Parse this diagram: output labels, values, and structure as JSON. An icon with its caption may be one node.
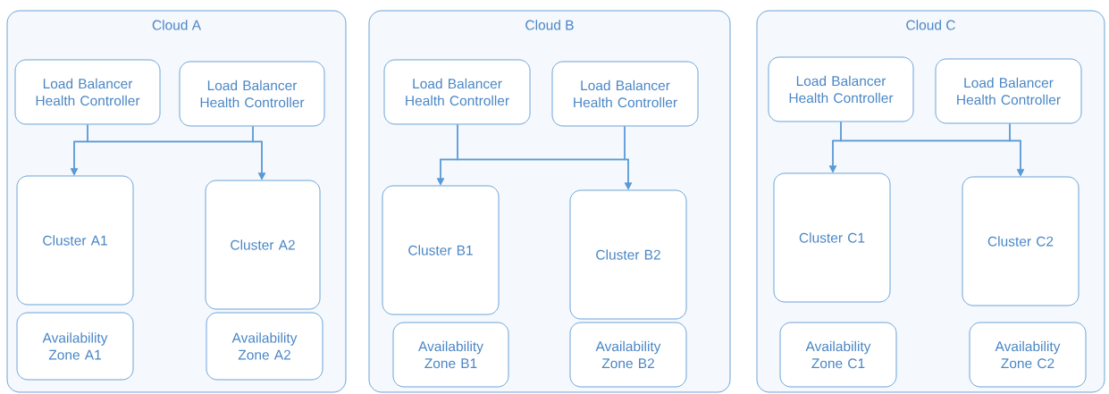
{
  "diagram": {
    "nodes": [
      {
        "text": [
          "Cloud A"
        ]
      },
      {
        "text": [
          "Load Balancer Health Controller"
        ],
        "in": 0
      },
      {
        "text": [
          "Load Balancer Health Controller"
        ],
        "in": 0
      },
      {
        "text": [
          "Cluster A1"
        ],
        "in": 0
      },
      {
        "text": [
          "Cluster A2"
        ],
        "in": 0
      },
      {
        "text": [
          "Availability Zone A1"
        ],
        "in": 0
      },
      {
        "text": [
          "Availability Zone A2"
        ],
        "in": 0
      },
      {
        "text": [
          "Cloud B"
        ]
      },
      {
        "text": [
          "Load Balancer Health Controller"
        ],
        "in": 7
      },
      {
        "text": [
          "Load Balancer Health Controller"
        ],
        "in": 7
      },
      {
        "text": [
          "Cluster B1"
        ],
        "in": 7
      },
      {
        "text": [
          "Cluster B2"
        ],
        "in": 7
      },
      {
        "text": [
          "Availability Zone B1"
        ],
        "in": 7
      },
      {
        "text": [
          "Availability Zone B2"
        ],
        "in": 7
      },
      {
        "text": [
          "Cloud C"
        ]
      },
      {
        "text": [
          "Load Balancer Health Controller"
        ],
        "in": 14
      },
      {
        "text": [
          "Load Balancer Health Controller"
        ],
        "in": 14
      },
      {
        "text": [
          "Cluster C1"
        ],
        "in": 14
      },
      {
        "text": [
          "Cluster C2"
        ],
        "in": 14
      },
      {
        "text": [
          "Availability Zone C1"
        ],
        "in": 14
      },
      {
        "text": [
          "Availability Zone C2"
        ],
        "in": 14
      }
    ],
    "edges": [
      {
        "from": 1,
        "to": 3,
        "arrow": "to"
      },
      {
        "from": 1,
        "to": 4,
        "arrow": "to"
      },
      {
        "from": 2,
        "to": 3,
        "arrow": "to"
      },
      {
        "from": 2,
        "to": 4,
        "arrow": "to"
      },
      {
        "from": 8,
        "to": 10,
        "arrow": "to"
      },
      {
        "from": 8,
        "to": 11,
        "arrow": "to"
      },
      {
        "from": 9,
        "to": 10,
        "arrow": "to"
      },
      {
        "from": 9,
        "to": 11,
        "arrow": "to"
      },
      {
        "from": 15,
        "to": 17,
        "arrow": "to"
      },
      {
        "from": 15,
        "to": 18,
        "arrow": "to"
      },
      {
        "from": 16,
        "to": 17,
        "arrow": "to"
      },
      {
        "from": 16,
        "to": 18,
        "arrow": "to"
      }
    ]
  }
}
